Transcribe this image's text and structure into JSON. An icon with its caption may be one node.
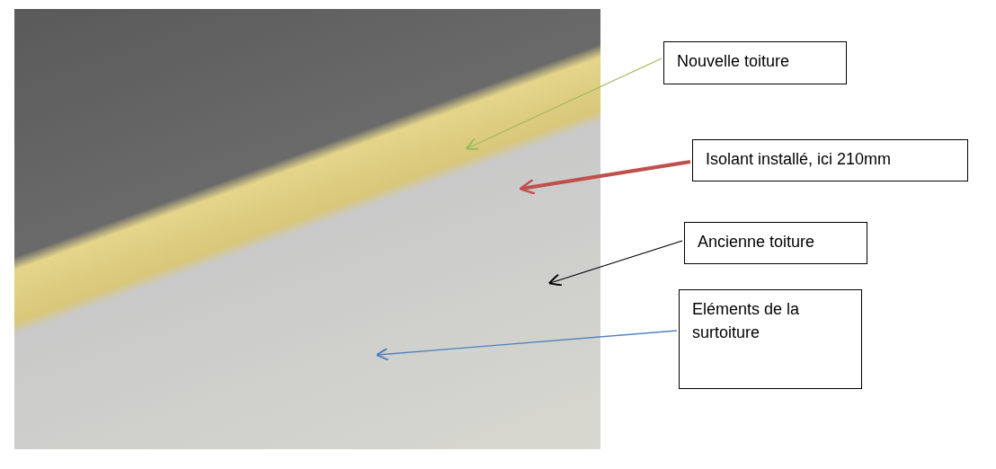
{
  "diagram": {
    "nodes": [
      {
        "text": [
          "Nouvelle toiture"
        ]
      },
      {
        "text": [
          "Isolant installé, ici 210mm"
        ]
      },
      {
        "text": [
          "Ancienne toiture"
        ]
      },
      {
        "text": [
          "Eléments de la surtoiture"
        ]
      }
    ],
    "edges": [
      {
        "from": 0,
        "to": null,
        "arrow": "to",
        "color": "#9bbb59"
      },
      {
        "from": 1,
        "to": null,
        "arrow": "to",
        "style": "thick",
        "color": "#c0504d"
      },
      {
        "from": 2,
        "to": null,
        "arrow": "to",
        "color": "#000000"
      },
      {
        "from": 3,
        "to": null,
        "arrow": "to",
        "color": "#4f81bd"
      }
    ]
  }
}
